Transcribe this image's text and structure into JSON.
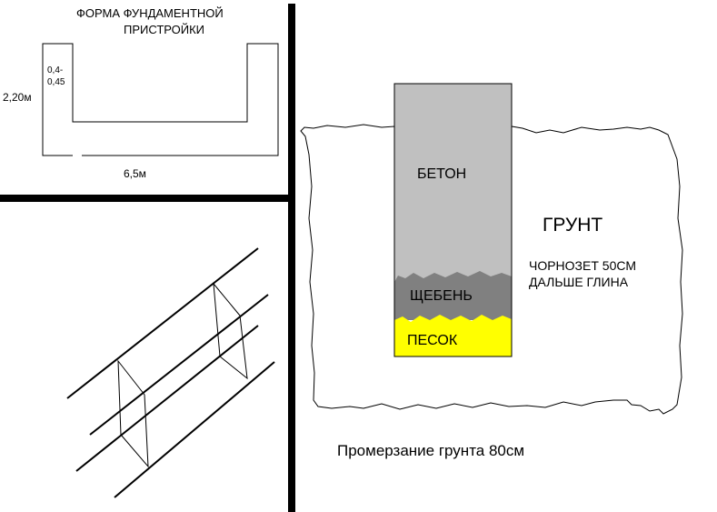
{
  "plan": {
    "title_line1": "ФОРМА ФУНДАМЕНТНОЙ",
    "title_line2": "ПРИСТРОЙКИ",
    "depth_label": "2,20м",
    "width_label": "0,4-",
    "width_label2": "0,45",
    "length_label": "6,5м"
  },
  "section": {
    "concrete_label": "БЕТОН",
    "gravel_label": "ЩЕБЕНЬ",
    "sand_label": "ПЕСОК",
    "soil_label": "ГРУНТ",
    "soil_note_line1": "ЧОРНОЗЕТ 50СМ",
    "soil_note_line2": "ДАЛЬШЕ ГЛИНА",
    "freeze_depth": "Промерзание грунта 80см"
  },
  "colors": {
    "concrete": "#c0c0c0",
    "gravel": "#808080",
    "sand": "#ffff00",
    "divider": "#000000",
    "background": "#ffffff"
  }
}
